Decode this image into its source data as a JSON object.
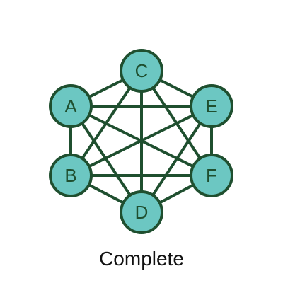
{
  "caption": "Complete",
  "colors": {
    "edge": "#1f4f2f",
    "node_fill": "#6cc7c2",
    "node_stroke": "#1f4f2f",
    "label": "#1f4f2f"
  },
  "nodes": [
    {
      "id": "A",
      "label": "A"
    },
    {
      "id": "B",
      "label": "B"
    },
    {
      "id": "C",
      "label": "C"
    },
    {
      "id": "D",
      "label": "D"
    },
    {
      "id": "E",
      "label": "E"
    },
    {
      "id": "F",
      "label": "F"
    }
  ],
  "edges": [
    [
      "A",
      "B"
    ],
    [
      "A",
      "C"
    ],
    [
      "A",
      "D"
    ],
    [
      "A",
      "E"
    ],
    [
      "A",
      "F"
    ],
    [
      "B",
      "C"
    ],
    [
      "B",
      "D"
    ],
    [
      "B",
      "E"
    ],
    [
      "B",
      "F"
    ],
    [
      "C",
      "D"
    ],
    [
      "C",
      "E"
    ],
    [
      "C",
      "F"
    ],
    [
      "D",
      "E"
    ],
    [
      "D",
      "F"
    ],
    [
      "E",
      "F"
    ]
  ]
}
